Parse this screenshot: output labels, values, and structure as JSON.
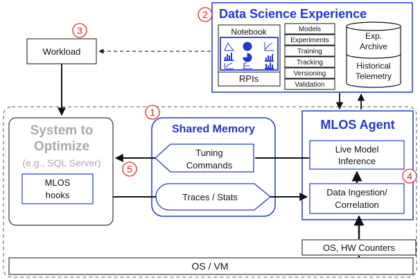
{
  "colors": {
    "blue": "#1f37d6",
    "gray": "#a9a9a9",
    "red": "#e0201c",
    "black": "#111111"
  },
  "badges": {
    "b1": "1",
    "b2": "2",
    "b3": "3",
    "b4": "4",
    "b5": "5"
  },
  "dse": {
    "title": "Data Science Experience",
    "notebook_label": "Notebook",
    "rpis_label": "RPIs",
    "stack": [
      "Models",
      "Experiments",
      "Training",
      "Tracking",
      "Versioning",
      "Validation"
    ],
    "archive_line1": "Exp.",
    "archive_line2": "Archive",
    "telemetry_line1": "Historical",
    "telemetry_line2": "Telemetry"
  },
  "workload": {
    "label": "Workload"
  },
  "system": {
    "title_line1": "System to",
    "title_line2": "Optimize",
    "subtitle": "(e.g., SQL Server)",
    "hooks_line1": "MLOS",
    "hooks_line2": "hooks"
  },
  "shared_memory": {
    "title": "Shared Memory",
    "tuning_line1": "Tuning",
    "tuning_line2": "Commands",
    "traces": "Traces / Stats"
  },
  "agent": {
    "title": "MLOS Agent",
    "inference_line1": "Live Model",
    "inference_line2": "Inference",
    "ingestion_line1": "Data Ingestion/",
    "ingestion_line2": "Correlation"
  },
  "counters": {
    "label": "OS, HW Counters"
  },
  "osvm": {
    "label": "OS / VM"
  }
}
